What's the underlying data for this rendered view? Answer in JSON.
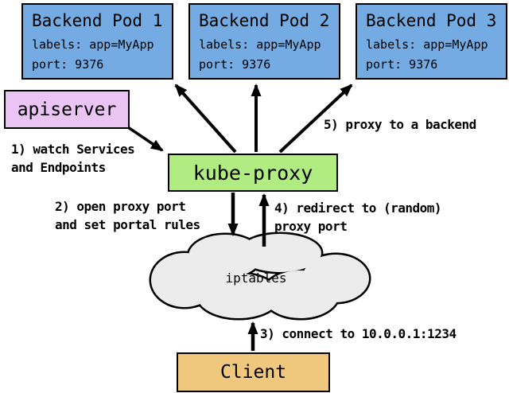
{
  "nodes": {
    "pods": [
      {
        "title": "Backend Pod 1",
        "labels_line": "labels: app=MyApp",
        "port_line": "port: 9376"
      },
      {
        "title": "Backend Pod 2",
        "labels_line": "labels: app=MyApp",
        "port_line": "port: 9376"
      },
      {
        "title": "Backend Pod 3",
        "labels_line": "labels: app=MyApp",
        "port_line": "port: 9376"
      }
    ],
    "apiserver": {
      "label": "apiserver"
    },
    "kube_proxy": {
      "label": "kube-proxy"
    },
    "iptables": {
      "label": "iptables"
    },
    "client": {
      "label": "Client"
    }
  },
  "steps": {
    "s1": [
      "1) watch Services",
      "and Endpoints"
    ],
    "s2": [
      "2) open proxy port",
      "and set portal rules"
    ],
    "s3": [
      "3) connect to 10.0.0.1:1234"
    ],
    "s4": [
      "4) redirect to (random)",
      "proxy port"
    ],
    "s5": [
      "5) proxy to a backend"
    ]
  },
  "colors": {
    "pod_fill": "#74abe2",
    "apiserver_fill": "#eac4f2",
    "kube_proxy_fill": "#b1ec83",
    "client_fill": "#efc87e",
    "cloud_fill": "#ececec",
    "stroke": "#000000"
  }
}
